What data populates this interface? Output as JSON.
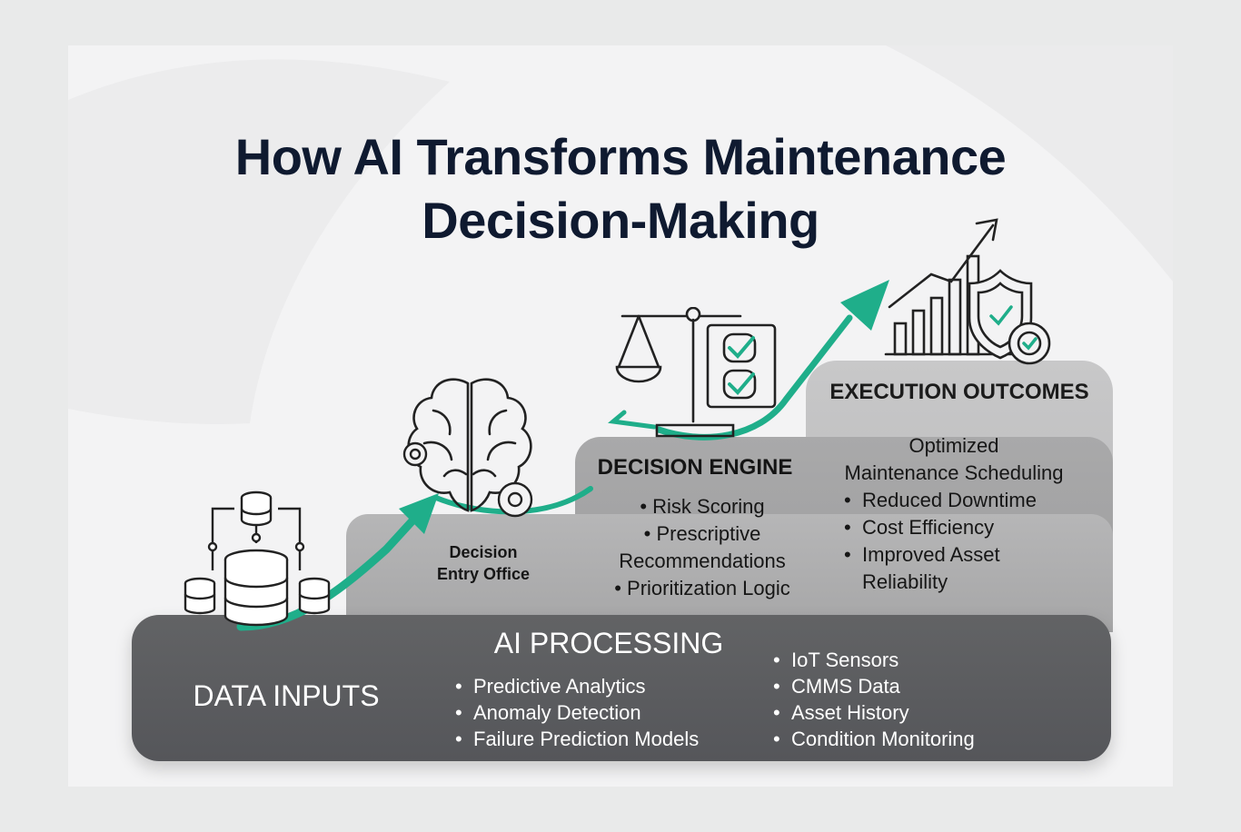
{
  "title": {
    "line1": "How AI Transforms Maintenance",
    "line2": "Decision-Making"
  },
  "colors": {
    "accent": "#1fae8a",
    "title": "#0f1a30",
    "base_step": "#58595c"
  },
  "execution": {
    "heading": "EXECUTION OUTCOMES",
    "intro_line1": "Optimized",
    "intro_line2": "Maintenance Scheduling",
    "items": [
      "Reduced Downtime",
      "Cost Efficiency",
      "Improved Asset",
      "Reliability"
    ]
  },
  "decision_engine": {
    "heading": "DECISION ENGINE",
    "items": [
      "• Risk Scoring",
      "• Prescriptive",
      "Recommendations",
      "• Prioritization Logic"
    ]
  },
  "entry": {
    "line1": "Decision",
    "line2": "Entry Office"
  },
  "ai_processing": {
    "heading": "AI PROCESSING",
    "items": [
      "Predictive Analytics",
      "Anomaly Detection",
      "Failure Prediction Models"
    ]
  },
  "data_inputs": {
    "heading": "DATA INPUTS",
    "items": [
      "IoT Sensors",
      "CMMS Data",
      "Asset History",
      "Condition Monitoring"
    ]
  },
  "icons": [
    "database-cluster-icon",
    "brain-gears-icon",
    "scales-checklist-icon",
    "growth-chart-shield-icon",
    "growth-arrow-icon"
  ]
}
